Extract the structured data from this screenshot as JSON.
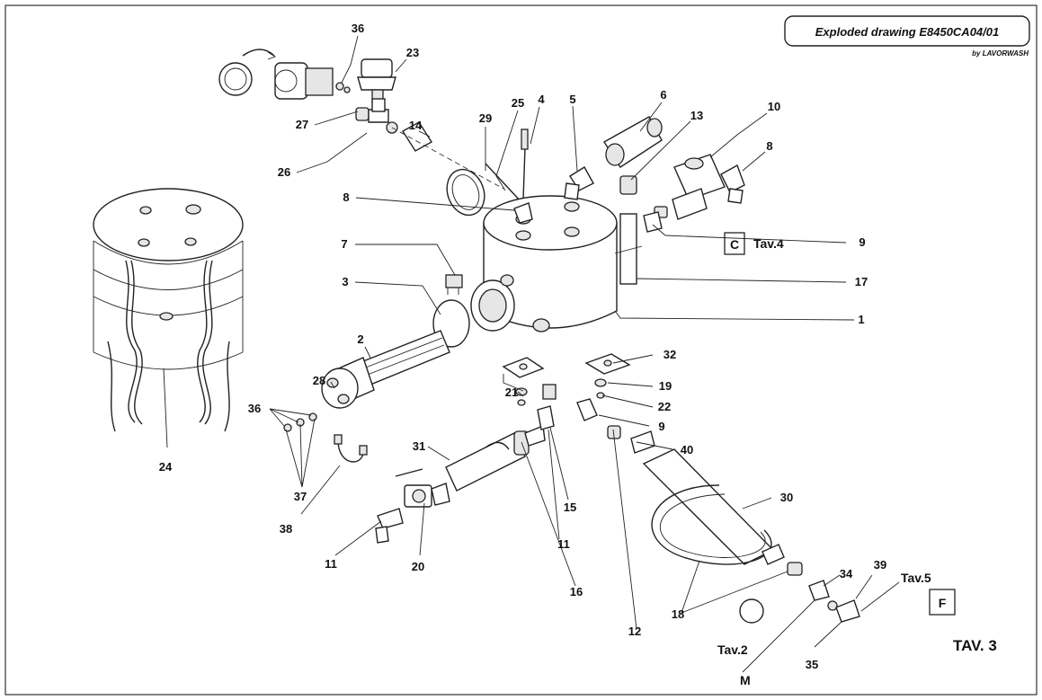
{
  "title_block": {
    "title": "Exploded drawing E8450CA04/01",
    "byline": "by LAVORWASH"
  },
  "sheet_label": "TAV. 3",
  "references": {
    "box_c": "C",
    "tav4": "Tav.4",
    "box_f": "F",
    "tav5": "Tav.5",
    "tav2": "Tav.2",
    "m": "M"
  },
  "callouts": {
    "n36a": "36",
    "n23": "23",
    "n4": "4",
    "n5": "5",
    "n6": "6",
    "n13": "13",
    "n10": "10",
    "n8a": "8",
    "n27": "27",
    "n14": "14",
    "n29": "29",
    "n25": "25",
    "n26": "26",
    "n8b": "8",
    "n9a": "9",
    "n7": "7",
    "n17": "17",
    "n3": "3",
    "n1": "1",
    "n2": "2",
    "n32": "32",
    "n28": "28",
    "n21": "21",
    "n19": "19",
    "n36b": "36",
    "n22": "22",
    "n9b": "9",
    "n24": "24",
    "n31": "31",
    "n40": "40",
    "n37": "37",
    "n15": "15",
    "n30": "30",
    "n38": "38",
    "n11a": "11",
    "n20": "20",
    "n11b": "11",
    "n16": "16",
    "n34": "34",
    "n39": "39",
    "n18": "18",
    "n12": "12",
    "n35": "35"
  }
}
